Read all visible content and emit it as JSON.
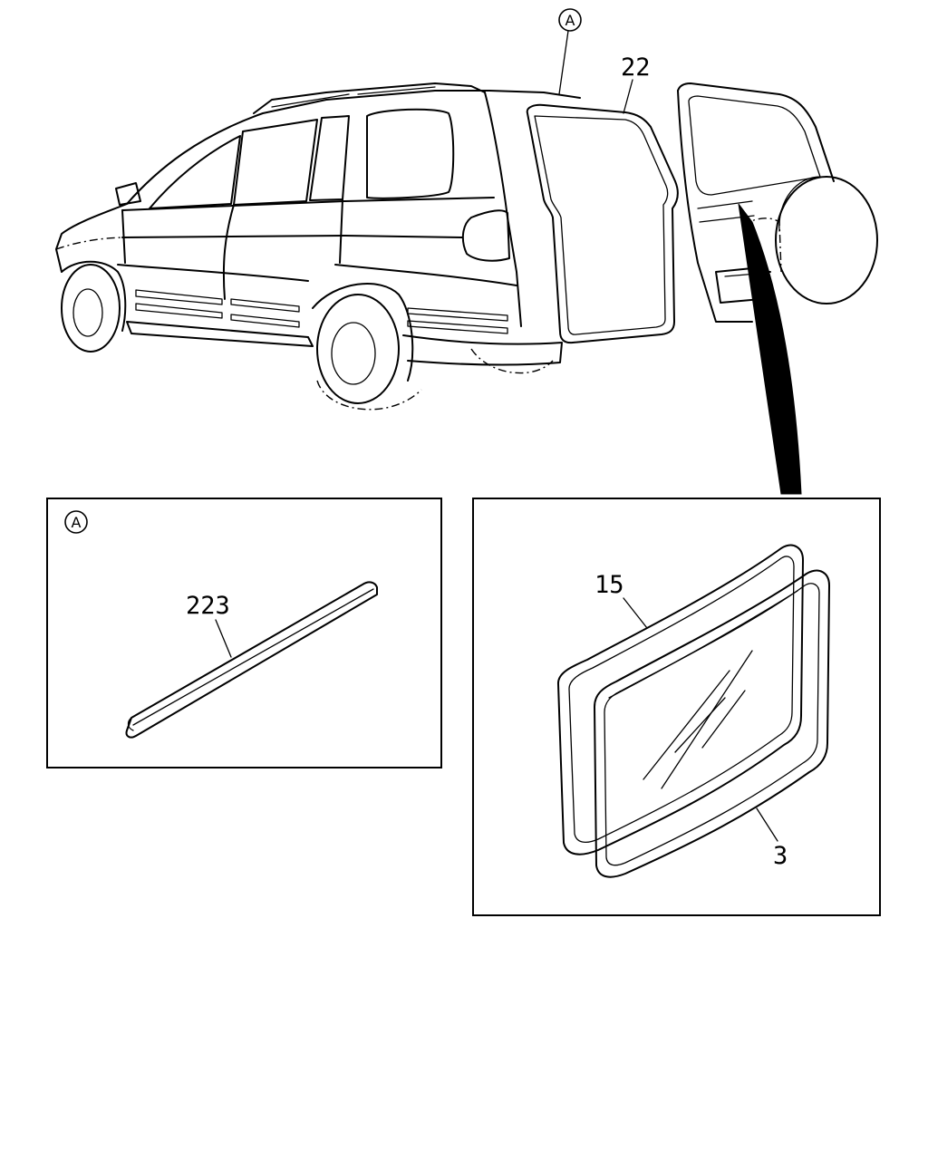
{
  "callouts": {
    "ref_a": "A",
    "part_22": "22",
    "part_223": "223",
    "part_15": "15",
    "part_3": "3"
  },
  "panels": {
    "left_ref": "A"
  }
}
